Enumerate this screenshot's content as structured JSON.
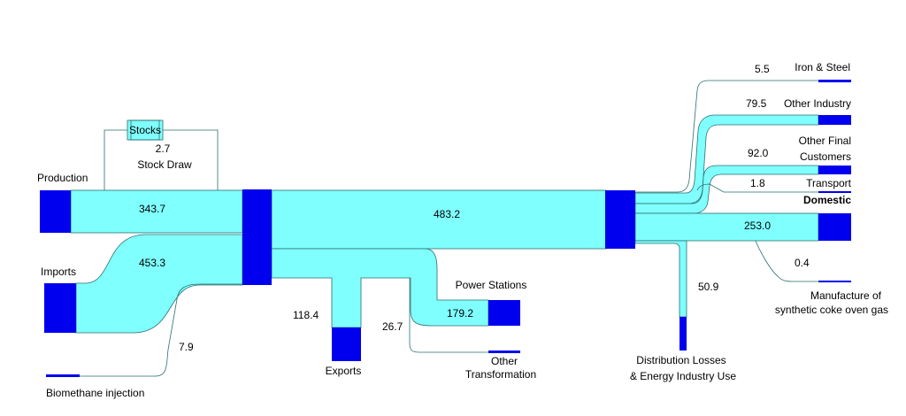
{
  "colors": {
    "flow": "#80ffff",
    "node": "#0000ee",
    "edge": "#2a6f6f"
  },
  "stocks": {
    "label": "Stocks",
    "value": "2.7",
    "flow_label": "Stock Draw"
  },
  "sources": {
    "production": {
      "label": "Production",
      "value": "343.7"
    },
    "imports": {
      "label": "Imports",
      "value": "453.3"
    },
    "biomethane": {
      "label": "Biomethane injection",
      "value": "7.9"
    }
  },
  "main_flow": {
    "value": "483.2"
  },
  "outputs": {
    "exports": {
      "label": "Exports",
      "value": "118.4"
    },
    "power_stations": {
      "label": "Power Stations",
      "value": "179.2"
    },
    "other_transformation": {
      "label_line1": "Other",
      "label_line2": "Transformation",
      "value": "26.7"
    },
    "distribution_losses": {
      "label_line1": "Distribution Losses",
      "label_line2": "& Energy Industry Use",
      "value": "50.9"
    }
  },
  "final": {
    "iron_steel": {
      "label": "Iron & Steel",
      "value": "5.5"
    },
    "other_industry": {
      "label": "Other Industry",
      "value": "79.5"
    },
    "other_final": {
      "label_line1": "Other Final",
      "label_line2": "Customers",
      "value": "92.0"
    },
    "transport": {
      "label": "Transport",
      "value": "1.8"
    },
    "domestic": {
      "label": "Domestic",
      "value": "253.0"
    },
    "coke_oven": {
      "label_line1": "Manufacture of",
      "label_line2": "synthetic coke oven gas",
      "value": "0.4"
    }
  }
}
